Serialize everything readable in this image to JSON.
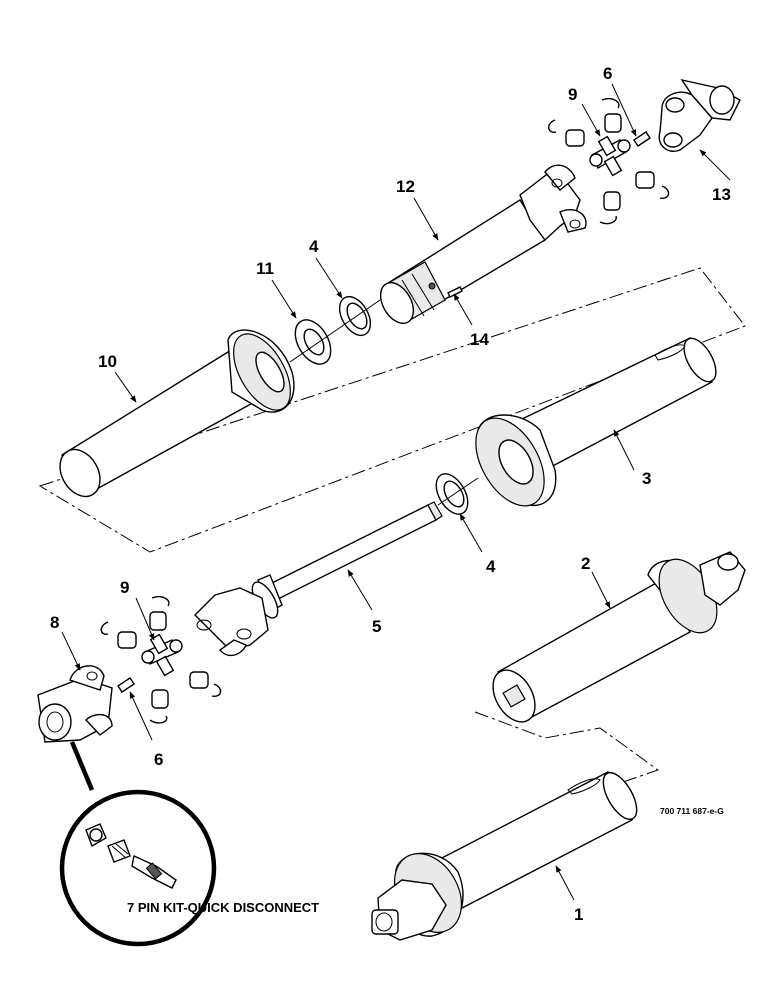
{
  "diagram": {
    "callouts": {
      "c1": "1",
      "c2": "2",
      "c3": "3",
      "c4a": "4",
      "c4b": "4",
      "c5": "5",
      "c6a": "6",
      "c6b": "6",
      "c8": "8",
      "c9a": "9",
      "c9b": "9",
      "c10": "10",
      "c11": "11",
      "c12": "12",
      "c13": "13",
      "c14": "14"
    },
    "kit_label": "7 PIN KIT-QUICK DISCONNECT",
    "figure_number": "700 711 687-e-G"
  }
}
